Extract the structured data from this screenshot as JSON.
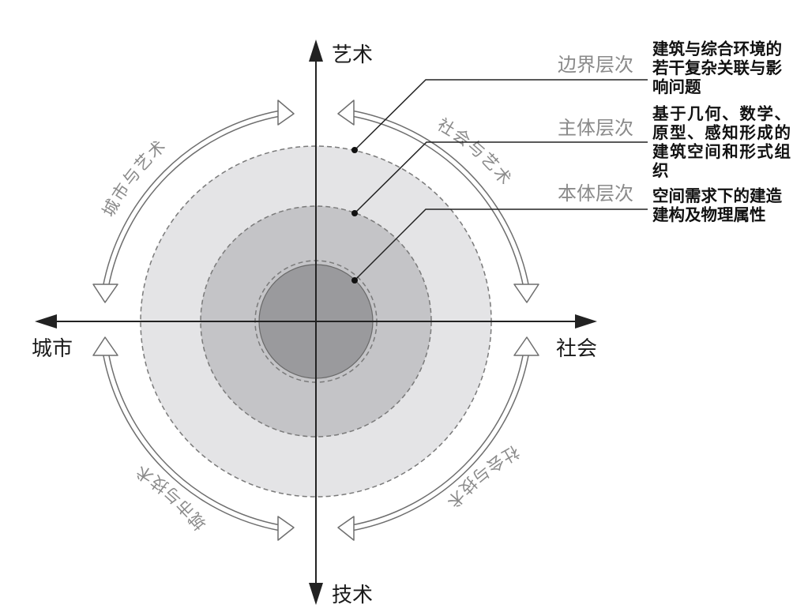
{
  "axes": {
    "top": "艺术",
    "bottom": "技术",
    "left": "城市",
    "right": "社会"
  },
  "arcs": {
    "top_left": "城市与艺术",
    "top_right": "社会与艺术",
    "bottom_left": "城市与技术",
    "bottom_right": "社会与技术"
  },
  "layers": [
    {
      "name": "边界层次",
      "description": "建筑与综合环境的若干复杂关联与影响问题"
    },
    {
      "name": "主体层次",
      "description": "基于几何、数学、原型、感知形成的建筑空间和形式组织"
    },
    {
      "name": "本体层次",
      "description": "空间需求下的建造建构及物理属性"
    }
  ],
  "colors": {
    "outer_ring": "#e4e4e6",
    "middle_ring": "#c4c4c7",
    "inner_ring": "#9a9a9d",
    "dashed_circle": "#7a7a7a",
    "axis": "#222222",
    "arc_stroke": "#6e6e6e",
    "label_gray": "#8a8a8a"
  }
}
